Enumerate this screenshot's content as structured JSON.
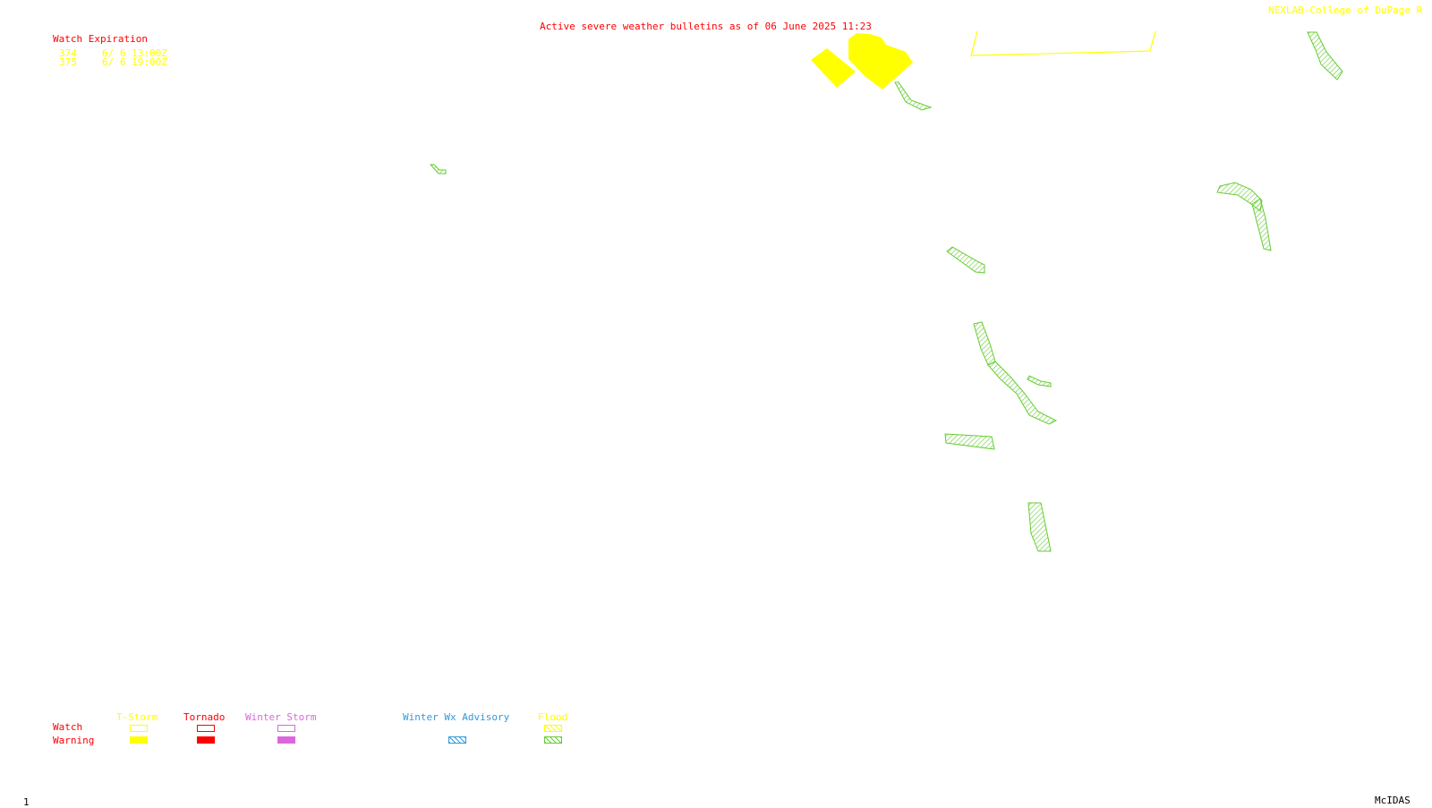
{
  "header": {
    "title": "Active severe weather bulletins as of 06 June 2025 11:23",
    "credit": "NEXLAB-College of DuPage R"
  },
  "watch_expiration": {
    "heading": "Watch Expiration",
    "rows": [
      {
        "id": "374",
        "expires": "6/ 6 13:00Z"
      },
      {
        "id": "375",
        "expires": "6/ 6 19:00Z"
      }
    ]
  },
  "legend": {
    "row_labels": {
      "watch": "Watch",
      "warning": "Warning"
    },
    "categories": [
      {
        "key": "tstorm",
        "label": "T-Storm",
        "color": "#ffff00"
      },
      {
        "key": "tornado",
        "label": "Tornado",
        "color": "#ff0000"
      },
      {
        "key": "winter_storm",
        "label": "Winter Storm",
        "color": "#dd66dd"
      },
      {
        "key": "winter_wx_advisory",
        "label": "Winter Wx Advisory",
        "color": "#3399dd"
      },
      {
        "key": "flood",
        "label": "Flood",
        "color": "#66cc33"
      }
    ]
  },
  "footer": {
    "frame": "1",
    "software": "McIDAS"
  },
  "colors": {
    "title": "#ff0000",
    "watch_text": "#ffff00",
    "tstorm": "#ffff00",
    "flood": "#66cc33"
  }
}
